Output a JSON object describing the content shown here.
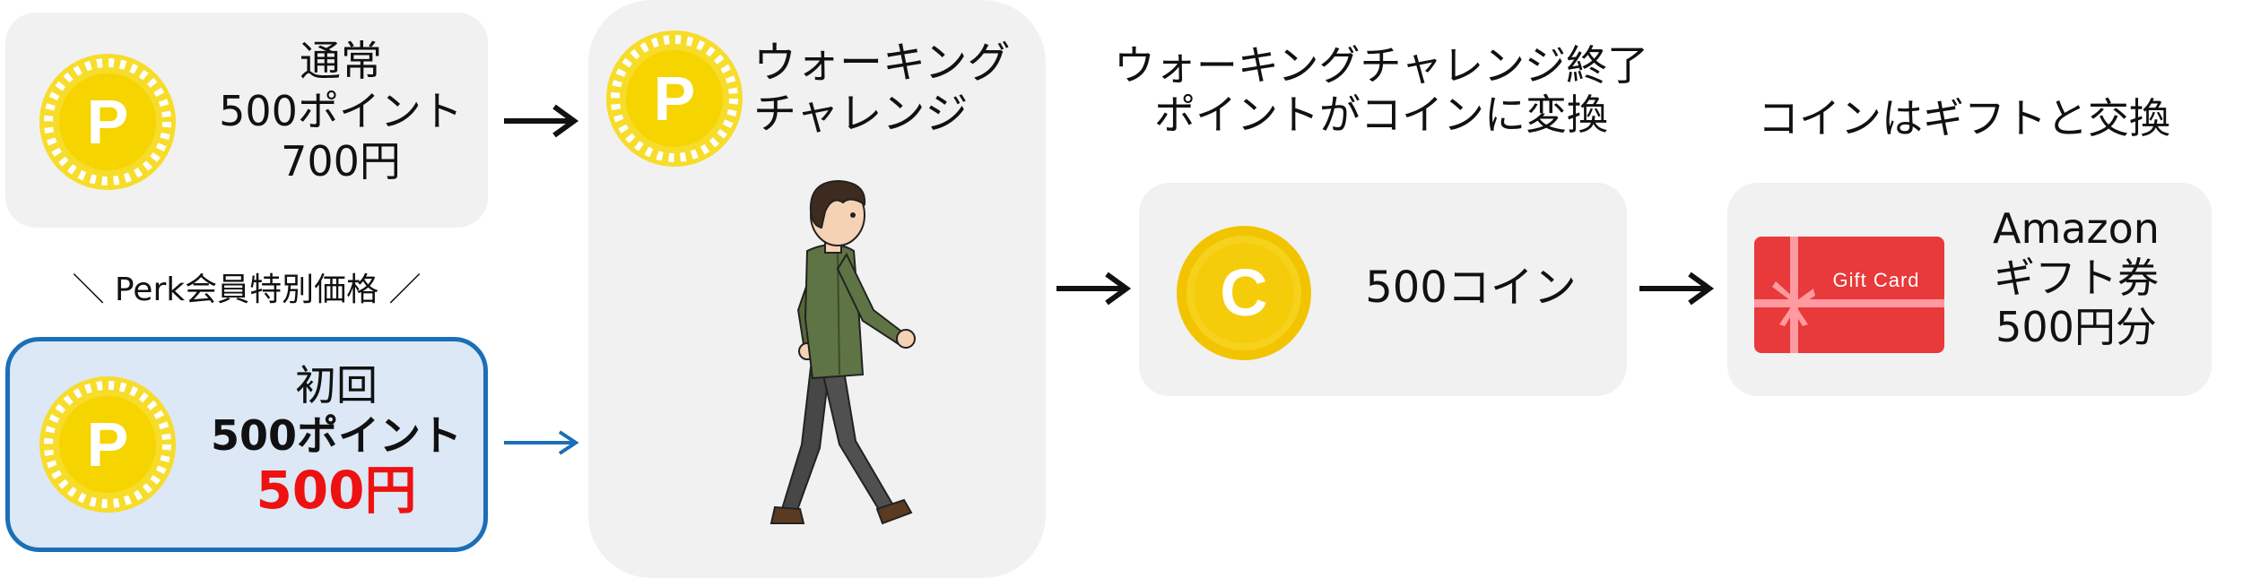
{
  "normal": {
    "title": "通常",
    "points": "500ポイント",
    "price": "700円",
    "coin_letter": "P"
  },
  "perk_label": "＼ Perk会員特別価格 ／",
  "first": {
    "title": "初回",
    "points": "500ポイント",
    "price": "500円",
    "coin_letter": "P"
  },
  "challenge": {
    "line1": "ウォーキング",
    "line2": "チャレンジ",
    "coin_letter": "P"
  },
  "conversion": {
    "heading_line1": "ウォーキングチャレンジ終了",
    "heading_line2": "ポイントがコインに変換",
    "coin_letter": "C",
    "label": "500コイン"
  },
  "gift": {
    "heading": "コインはギフトと交換",
    "card_text": "Gift Card",
    "line1": "Amazon",
    "line2": "ギフト券",
    "line3": "500円分"
  },
  "colors": {
    "price_red": "#ee1111",
    "highlight_blue": "#1a6fb8",
    "highlight_fill": "#dce8f5",
    "point_coin": "#f5d400",
    "c_coin": "#f2c400",
    "gift_card": "#e8393b"
  }
}
